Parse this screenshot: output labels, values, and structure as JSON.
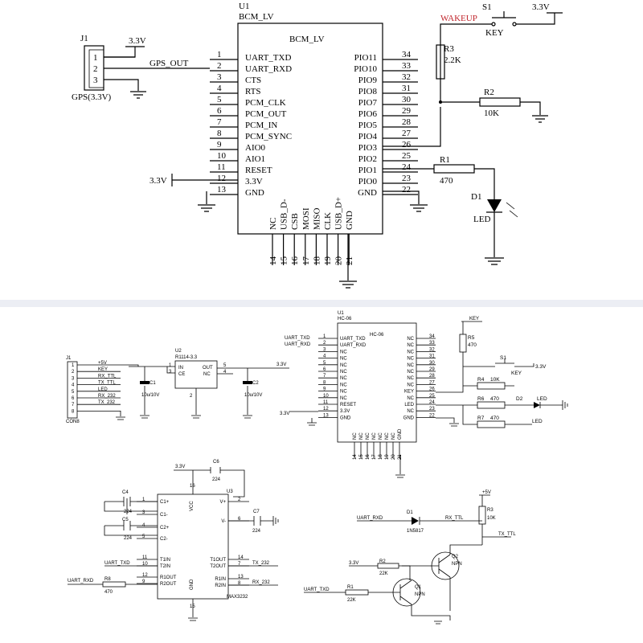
{
  "top": {
    "u1_ref": "U1",
    "u1_name": "BCM_LV",
    "u1_inner": "BCM_LV",
    "left_pins": [
      {
        "n": "1",
        "l": "UART_TXD"
      },
      {
        "n": "2",
        "l": "UART_RXD"
      },
      {
        "n": "3",
        "l": "CTS"
      },
      {
        "n": "4",
        "l": "RTS"
      },
      {
        "n": "5",
        "l": "PCM_CLK"
      },
      {
        "n": "6",
        "l": "PCM_OUT"
      },
      {
        "n": "7",
        "l": "PCM_IN"
      },
      {
        "n": "8",
        "l": "PCM_SYNC"
      },
      {
        "n": "9",
        "l": "AIO0"
      },
      {
        "n": "10",
        "l": "AIO1"
      },
      {
        "n": "11",
        "l": "RESET"
      },
      {
        "n": "12",
        "l": "3.3V"
      },
      {
        "n": "13",
        "l": "GND"
      }
    ],
    "right_pins": [
      {
        "n": "34",
        "l": "PIO11"
      },
      {
        "n": "33",
        "l": "PIO10"
      },
      {
        "n": "32",
        "l": "PIO9"
      },
      {
        "n": "31",
        "l": "PIO8"
      },
      {
        "n": "30",
        "l": "PIO7"
      },
      {
        "n": "29",
        "l": "PIO6"
      },
      {
        "n": "28",
        "l": "PIO5"
      },
      {
        "n": "27",
        "l": "PIO4"
      },
      {
        "n": "26",
        "l": "PIO3"
      },
      {
        "n": "25",
        "l": "PIO2"
      },
      {
        "n": "24",
        "l": "PIO1"
      },
      {
        "n": "23",
        "l": "PIO0"
      },
      {
        "n": "22",
        "l": "GND"
      }
    ],
    "bottom_pins": [
      {
        "n": "14",
        "l": "NC"
      },
      {
        "n": "15",
        "l": "USB_D-"
      },
      {
        "n": "16",
        "l": "CSB"
      },
      {
        "n": "17",
        "l": "MOSI"
      },
      {
        "n": "18",
        "l": "MISO"
      },
      {
        "n": "19",
        "l": "CLK"
      },
      {
        "n": "20",
        "l": "USB_D+"
      },
      {
        "n": "21",
        "l": "GND"
      }
    ],
    "j1_ref": "J1",
    "j1_name": "GPS(3.3V)",
    "j1_pins": [
      "1",
      "2",
      "3"
    ],
    "j1_vcc": "3.3V",
    "gps_out": "GPS_OUT",
    "vcc_12": "3.3V",
    "wakeup": "WAKEUP",
    "s1_ref": "S1",
    "s1_name": "KEY",
    "s1_vcc": "3.3V",
    "r3_ref": "R3",
    "r3_val": "2.2K",
    "r2_ref": "R2",
    "r2_val": "10K",
    "r1_ref": "R1",
    "r1_val": "470",
    "d1_ref": "D1",
    "d1_name": "LED"
  },
  "bottom": {
    "j1_ref": "J1",
    "j1_name": "CON8",
    "j1_pins": [
      "1",
      "2",
      "3",
      "4",
      "5",
      "6",
      "7",
      "8"
    ],
    "j1_nets": [
      "+5V",
      "KEY",
      "RX_TTL",
      "TX_TTL",
      "LED",
      "RX_232",
      "TX_232"
    ],
    "u2_ref": "U2",
    "u2_name": "R1114-3.3",
    "u2_pins": {
      "in": "IN",
      "ce": "CE",
      "out": "OUT",
      "nc": "NC",
      "p1": "1",
      "p3": "3",
      "p2": "2",
      "p5": "5",
      "p4": "4"
    },
    "c1_ref": "C1",
    "c1_val": "10u/10V",
    "c2_ref": "C2",
    "c2_val": "10u/10V",
    "vout": "3.3V",
    "u1_ref": "U1",
    "u1_name": "HC-06",
    "u1_inner": "HC-06",
    "uart_txd": "UART_TXD",
    "uart_rxd": "UART_RXD",
    "hc_left": [
      {
        "n": "1",
        "l": "UART_TXD"
      },
      {
        "n": "2",
        "l": "UART_RXD"
      },
      {
        "n": "3",
        "l": "NC"
      },
      {
        "n": "4",
        "l": "NC"
      },
      {
        "n": "5",
        "l": "NC"
      },
      {
        "n": "6",
        "l": "NC"
      },
      {
        "n": "7",
        "l": "NC"
      },
      {
        "n": "8",
        "l": "NC"
      },
      {
        "n": "9",
        "l": "NC"
      },
      {
        "n": "10",
        "l": "NC"
      },
      {
        "n": "11",
        "l": "RESET"
      },
      {
        "n": "12",
        "l": "3.3V"
      },
      {
        "n": "13",
        "l": "GND"
      }
    ],
    "hc_right": [
      {
        "n": "34",
        "l": "NC"
      },
      {
        "n": "33",
        "l": "NC"
      },
      {
        "n": "32",
        "l": "NC"
      },
      {
        "n": "31",
        "l": "NC"
      },
      {
        "n": "30",
        "l": "NC"
      },
      {
        "n": "29",
        "l": "NC"
      },
      {
        "n": "28",
        "l": "NC"
      },
      {
        "n": "27",
        "l": "NC"
      },
      {
        "n": "26",
        "l": "KEY"
      },
      {
        "n": "25",
        "l": "NC"
      },
      {
        "n": "24",
        "l": "LED"
      },
      {
        "n": "23",
        "l": "NC"
      },
      {
        "n": "22",
        "l": "GND"
      }
    ],
    "hc_bottom": [
      {
        "n": "14",
        "l": "NC"
      },
      {
        "n": "15",
        "l": "NC"
      },
      {
        "n": "16",
        "l": "NC"
      },
      {
        "n": "17",
        "l": "NC"
      },
      {
        "n": "18",
        "l": "NC"
      },
      {
        "n": "19",
        "l": "NC"
      },
      {
        "n": "20",
        "l": "NC"
      },
      {
        "n": "21",
        "l": "GND"
      }
    ],
    "hc_vcc": "3.3V",
    "r5_ref": "R5",
    "r5_val": "470",
    "key_top": "KEY",
    "s1_ref": "S1",
    "s1_name": "KEY",
    "s1_vcc": "3.3V",
    "r4_ref": "R4",
    "r4_val": "10K",
    "r6_ref": "R6",
    "r6_val": "470",
    "d2_ref": "D2",
    "d2_name": "LED",
    "r7_ref": "R7",
    "r7_val": "470",
    "r7_net": "LED",
    "u3_ref": "U3",
    "u3_name": "MAX3232",
    "u3_vcc_net": "3.3V",
    "u3_left": [
      {
        "n": "1",
        "l": "C1+"
      },
      {
        "n": "3",
        "l": "C1-"
      },
      {
        "n": "4",
        "l": "C2+"
      },
      {
        "n": "5",
        "l": "C2-"
      },
      {
        "n": "11",
        "l": "T1IN"
      },
      {
        "n": "10",
        "l": "T2IN"
      },
      {
        "n": "12",
        "l": "R1OUT"
      },
      {
        "n": "9",
        "l": "R2OUT"
      }
    ],
    "u3_right": [
      {
        "n": "2",
        "l": "V+"
      },
      {
        "n": "6",
        "l": "V-"
      },
      {
        "n": "14",
        "l": "T1OUT"
      },
      {
        "n": "7",
        "l": "T2OUT"
      },
      {
        "n": "13",
        "l": "R1IN"
      },
      {
        "n": "8",
        "l": "R2IN"
      }
    ],
    "u3_vcc": "VCC",
    "u3_gnd": "GND",
    "u3_p16": "16",
    "u3_p15": "15",
    "c6_ref": "C6",
    "c6_val": "224",
    "c4_ref": "C4",
    "c4_val": "224",
    "c5_ref": "C5",
    "c5_val": "224",
    "c7_ref": "C7",
    "c7_val": "224",
    "uart_txd2": "UART_TXD",
    "tx232": "TX_232",
    "rx232": "RX_232",
    "uart_rxd2": "UART_RXD",
    "r8_ref": "R8",
    "r8_val": "470",
    "d1_ref": "D1",
    "d1_name": "1N5817",
    "uart_rxd3": "UART_RXD",
    "rx_ttl": "RX_TTL",
    "r3_ref": "R3",
    "r3_val": "10K",
    "r3_vcc": "+5V",
    "tx_ttl": "TX_TTL",
    "r2_ref": "R2",
    "r2_val": "22K",
    "r2_vcc": "3.3V",
    "q2_ref": "Q2",
    "q2_type": "NPN",
    "q1_ref": "Q1",
    "q1_type": "NPN",
    "r1_ref": "R1",
    "r1_val": "22K",
    "uart_txd3": "UART_TXD"
  }
}
